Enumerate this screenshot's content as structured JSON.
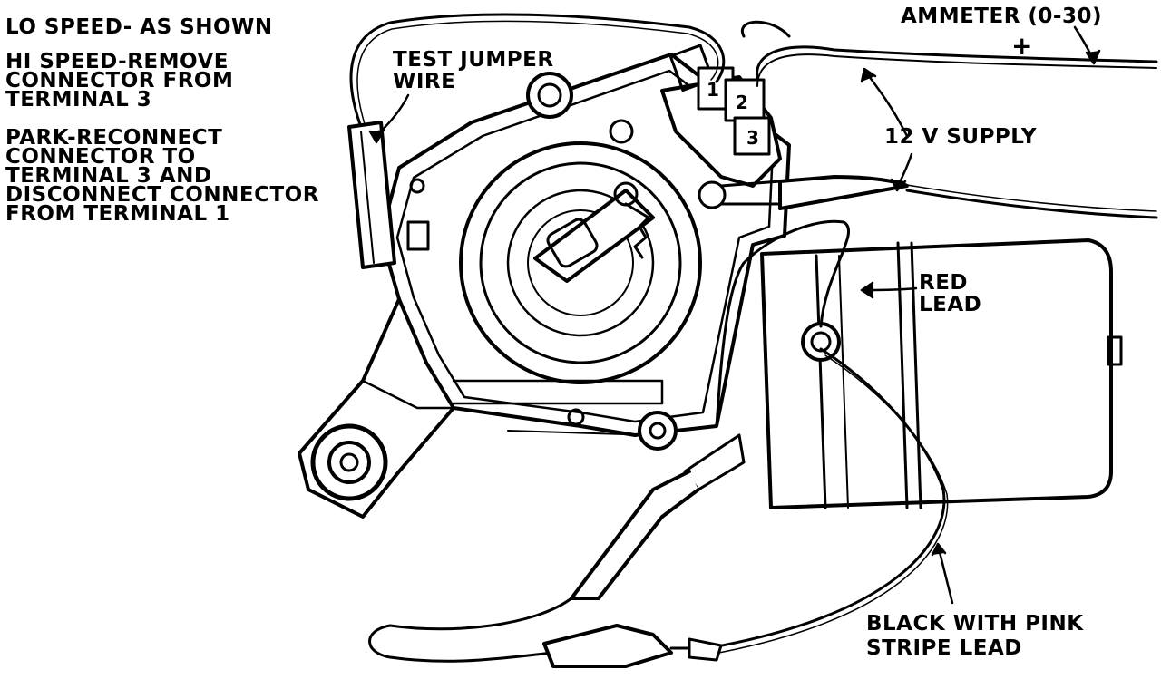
{
  "instructions": {
    "lo_speed": "LO SPEED- AS SHOWN",
    "hi_speed_1": "HI SPEED-REMOVE",
    "hi_speed_2": "CONNECTOR FROM",
    "hi_speed_3": "TERMINAL 3",
    "park_1": "PARK-RECONNECT",
    "park_2": "CONNECTOR TO",
    "park_3": "TERMINAL 3 AND",
    "park_4": "DISCONNECT CONNECTOR",
    "park_5": "FROM TERMINAL 1"
  },
  "callouts": {
    "test_jumper_1": "TEST JUMPER",
    "test_jumper_2": "WIRE",
    "ammeter": "AMMETER (0-30)",
    "plus": "+",
    "supply": "12 V SUPPLY",
    "red_lead_1": "RED",
    "red_lead_2": "LEAD",
    "black_lead_1": "BLACK WITH PINK",
    "black_lead_2": "STRIPE LEAD"
  },
  "terminals": [
    "1",
    "2",
    "3"
  ],
  "colors": {
    "ink": "#000000",
    "paper": "#ffffff"
  }
}
